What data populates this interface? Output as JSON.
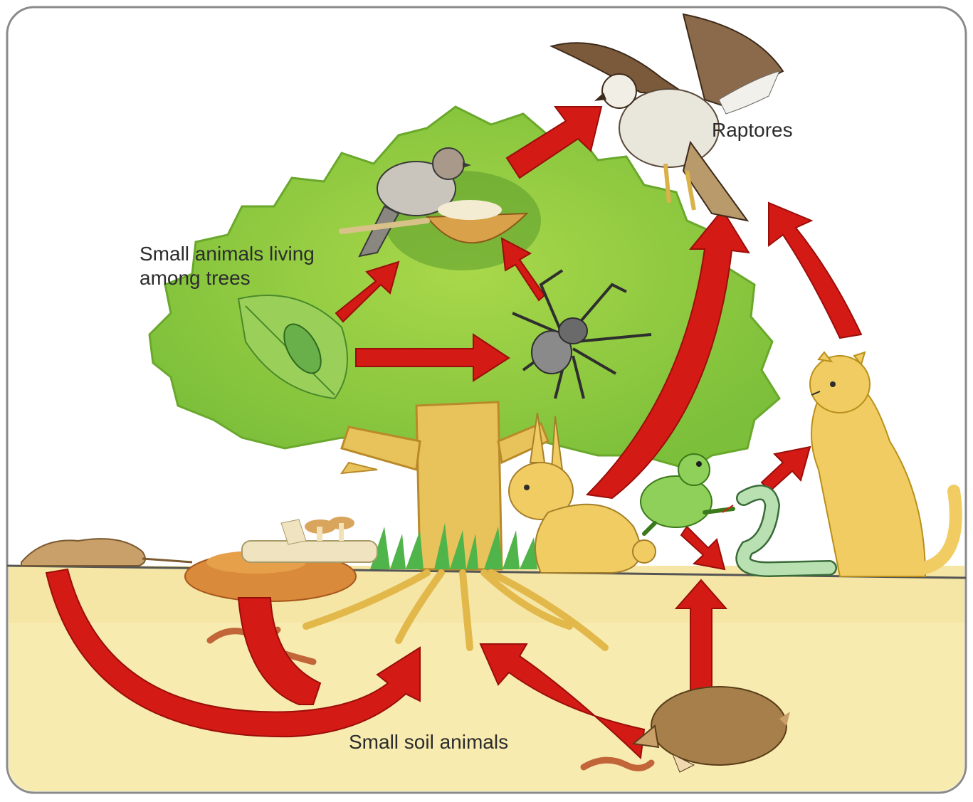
{
  "labels": {
    "raptors": "Raptores",
    "tree_animals_line1": "Small animals living",
    "tree_animals_line2": "among trees",
    "soil_animals": "Small soil animals"
  },
  "colors": {
    "arrow": "#d41a14",
    "foliage": "#8cc63f",
    "soil": "#f7ebb0",
    "trunk": "#e8c25a",
    "mammal": "#f1cc63",
    "frog": "#8fd05a",
    "frame": "#8a8a8a"
  },
  "organisms": [
    "raptor-bird-icon",
    "songbird-icon",
    "nest-icon",
    "leaf-insect-icon",
    "spider-icon",
    "rabbit-icon",
    "frog-icon",
    "snake-icon",
    "weasel-icon",
    "mole-icon",
    "earthworm-icon",
    "mushroom-icon",
    "dead-animal-icon",
    "leaf-litter-icon",
    "grass-icon",
    "tree-icon"
  ]
}
